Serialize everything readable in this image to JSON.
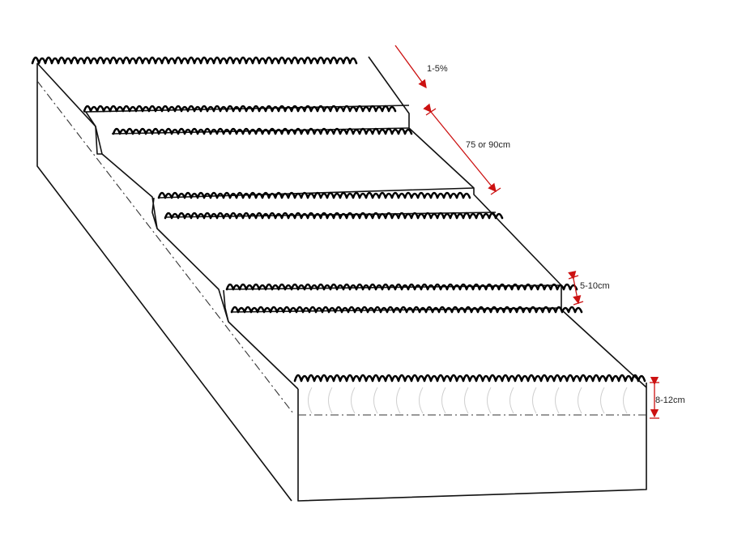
{
  "dimensions": {
    "slope": "1-5%",
    "bed_width": "75 or 90cm",
    "step_height": "5-10cm",
    "soil_depth": "8-12cm"
  },
  "colors": {
    "outline": "#111111",
    "dimension_arrow": "#cc1111",
    "hidden_line": "#333333",
    "contour": "#cfcfcf",
    "background": "#ffffff"
  }
}
